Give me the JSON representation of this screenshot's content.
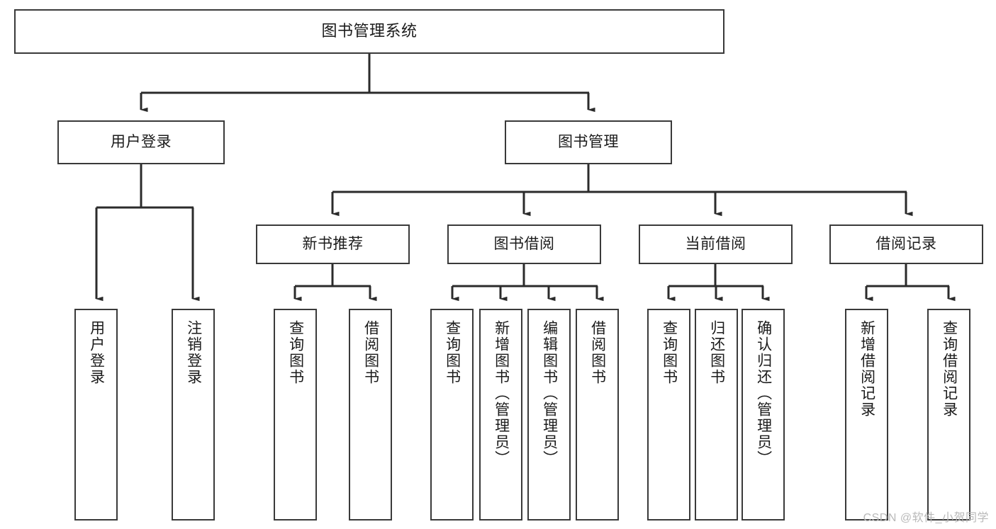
{
  "diagram": {
    "title": "图书管理系统",
    "type": "tree-hierarchy",
    "watermark": "CSDN @软件_小贺同学",
    "colors": {
      "box_border": "#3a3a3a",
      "connector": "#2b2b2b",
      "text": "#1b1b1b",
      "background": "#ffffff",
      "watermark": "#b9b9b9"
    },
    "nodes": {
      "root": {
        "label": "图书管理系统"
      },
      "level2": [
        {
          "label": "用户登录"
        },
        {
          "label": "图书管理"
        }
      ],
      "level3": [
        {
          "label": "新书推荐"
        },
        {
          "label": "图书借阅"
        },
        {
          "label": "当前借阅"
        },
        {
          "label": "借阅记录"
        }
      ],
      "leaves": {
        "user_login": [
          {
            "label": "用户登录"
          },
          {
            "label": "注销登录"
          }
        ],
        "new_book_recommend": [
          {
            "label": "查询图书"
          },
          {
            "label": "借阅图书"
          }
        ],
        "book_borrow": [
          {
            "label": "查询图书"
          },
          {
            "label": "新增图书（管理员）"
          },
          {
            "label": "编辑图书（管理员）"
          },
          {
            "label": "借阅图书"
          }
        ],
        "current_borrow": [
          {
            "label": "查询图书"
          },
          {
            "label": "归还图书"
          },
          {
            "label": "确认归还（管理员）"
          }
        ],
        "borrow_record": [
          {
            "label": "新增借阅记录"
          },
          {
            "label": "查询借阅记录"
          }
        ]
      }
    }
  }
}
